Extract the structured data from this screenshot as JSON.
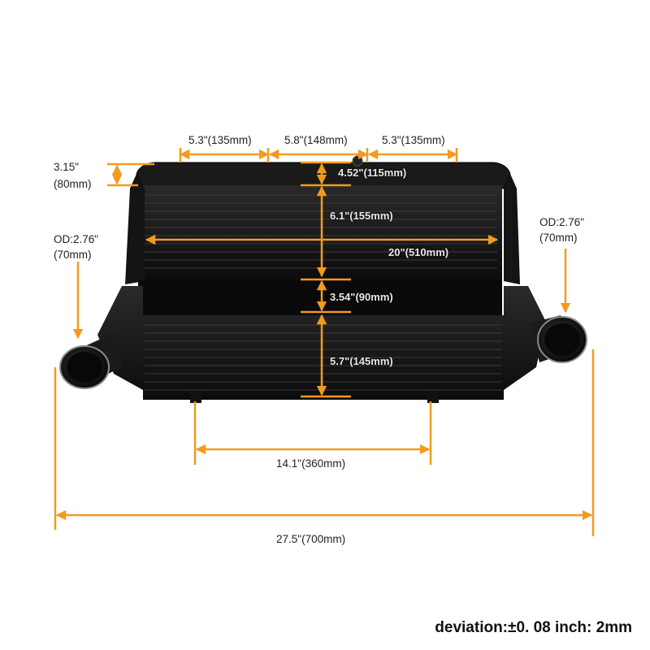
{
  "dimensions": {
    "top_left": "5.3\"(135mm)",
    "top_center": "5.8\"(148mm)",
    "top_right": "5.3\"(135mm)",
    "side_height_in": "3.15\"",
    "side_height_mm": "(80mm)",
    "inlet_left_in": "OD:2.76\"",
    "inlet_left_mm": "(70mm)",
    "inlet_right_in": "OD:2.76\"",
    "inlet_right_mm": "(70mm)",
    "upper_depth": "4.52\"(115mm)",
    "upper_core": "6.1\"(155mm)",
    "core_width": "20\"(510mm)",
    "middle_gap": "3.54\"(90mm)",
    "lower_core": "5.7\"(145mm)",
    "mount_spacing": "14.1\"(360mm)",
    "overall_width": "27.5\"(700mm)"
  },
  "footer": "deviation:±0. 08 inch: 2mm",
  "colors": {
    "dimension_line": "#f29a1f",
    "body": "#111111"
  }
}
